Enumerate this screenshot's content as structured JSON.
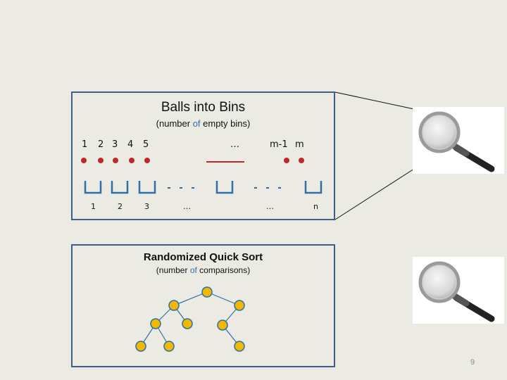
{
  "balls_box": {
    "title": "Balls into Bins",
    "subtitle_pre": "(number ",
    "subtitle_of": "of",
    "subtitle_post": " empty bins)",
    "ball_labels": [
      "1",
      "2",
      "3",
      "4",
      "5",
      "…",
      "m-1",
      "m"
    ],
    "bin_labels": [
      "1",
      "2",
      "3",
      "…",
      "…",
      "n"
    ]
  },
  "sort_box": {
    "title": "Randomized Quick Sort",
    "subtitle_pre": "(number ",
    "subtitle_of": "of",
    "subtitle_post": " comparisons)"
  },
  "page_number": "9",
  "icons": [
    "magnifying-glass-icon"
  ],
  "colors": {
    "ball": "#c0272d",
    "node": "#f2b800",
    "edge": "#2f6fa8",
    "bin": "#2f6fa8",
    "border": "#3f5f8a"
  }
}
